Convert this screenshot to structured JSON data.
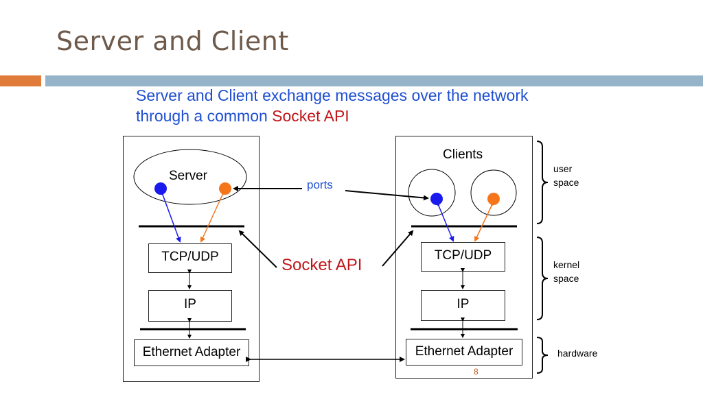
{
  "slide": {
    "title": "Server and Client",
    "subtitle_main": "Server and Client exchange messages over the network through a common ",
    "subtitle_highlight": "Socket API",
    "page_number": "8"
  },
  "diagram": {
    "server_label": "Server",
    "clients_label": "Clients",
    "ports_label": "ports",
    "socket_api_label": "Socket API",
    "tcp_udp": "TCP/UDP",
    "ip": "IP",
    "ethernet": "Ethernet Adapter",
    "user_space": "user\nspace",
    "kernel_space": "kernel\nspace",
    "hardware": "hardware"
  },
  "colors": {
    "title": "#6e5a4b",
    "accent_orange": "#e07b39",
    "accent_blue_bar": "#95b3c9",
    "text_blue": "#1f4fd1",
    "text_red": "#c0171a",
    "port_blue": "#1a1aee",
    "port_orange": "#f5761a"
  }
}
